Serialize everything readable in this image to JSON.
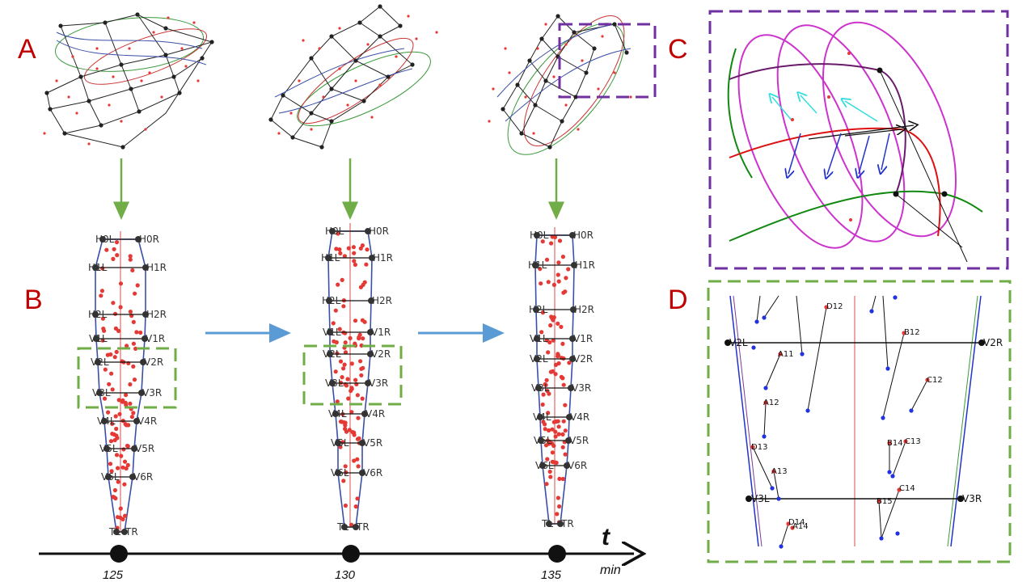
{
  "panels": {
    "A": "A",
    "B": "B",
    "C": "C",
    "D": "D"
  },
  "timeline": {
    "axis_symbol": "t",
    "unit": "min",
    "ticks": [
      "125",
      "130",
      "135"
    ]
  },
  "landmark_labels": {
    "H0L": "H0L",
    "H0R": "H0R",
    "H1L": "H1L",
    "H1R": "H1R",
    "H2L": "H2L",
    "H2R": "H2R",
    "V1L": "V1L",
    "V1R": "V1R",
    "V2L": "V2L",
    "V2R": "V2R",
    "V3L": "V3L",
    "V3R": "V3R",
    "V4L": "V4L",
    "V4R": "V4R",
    "V5L": "V5L",
    "V5R": "V5R",
    "V6L": "V6L",
    "V6R": "V6R",
    "TL": "TL",
    "TR": "TR"
  },
  "detail_labels": {
    "D12": "D12",
    "B12": "B12",
    "A11": "A11",
    "C12": "C12",
    "A12": "A12",
    "D13": "D13",
    "B14": "B14",
    "C13": "C13",
    "A13": "A13",
    "C14": "C14",
    "B15": "B15",
    "D14": "D14",
    "A14": "A14"
  },
  "colors": {
    "panel_letter": "#c00000",
    "cell_point": "#e53935",
    "track_end": "#1e3ad6",
    "centerline": "#e06a6a",
    "outline": "#3a4fa8",
    "arrow_down": "#70ad47",
    "arrow_right": "#5b9bd5",
    "zoom_box_c": "#7030a0",
    "zoom_box_d": "#70ad47",
    "ellipse": "#cc33cc",
    "vector_cyan": "#33dddd"
  },
  "icons": [
    "down-arrow-icon",
    "right-arrow-icon",
    "timeline-arrow-icon"
  ]
}
